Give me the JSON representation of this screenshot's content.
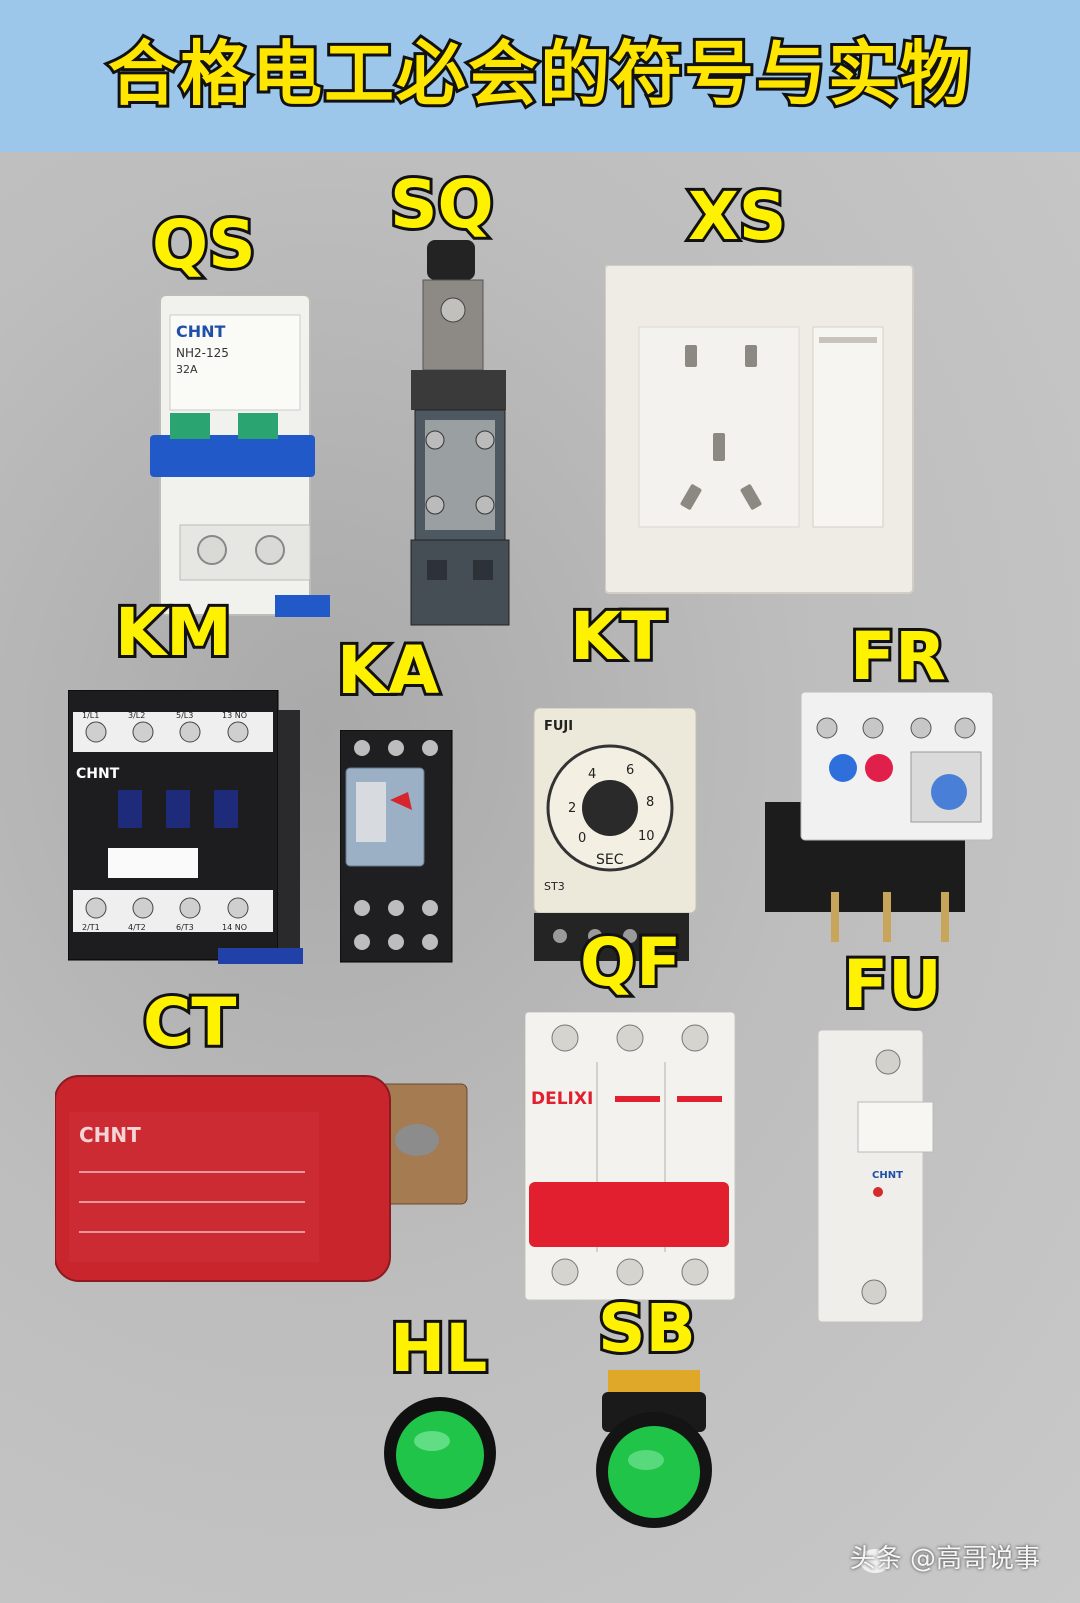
{
  "title": "合格电工必会的符号与实物",
  "labels": {
    "qs": "QS",
    "sq": "SQ",
    "xs": "XS",
    "km": "KM",
    "ka": "KA",
    "kt": "KT",
    "fr": "FR",
    "ct": "CT",
    "qf": "QF",
    "fu": "FU",
    "hl": "HL",
    "sb": "SB"
  },
  "brands": {
    "qs": "CHNT",
    "qs_model": "NH2-125",
    "qs_rating": "32A",
    "km": "CHNT",
    "kt": "FUJI",
    "kt_type": "ST3",
    "kt_unit": "SEC",
    "ct": "CHNT",
    "qf": "DELIXI",
    "fu": "CHNT"
  },
  "km_terminals_top": [
    "1/L1",
    "3/L2",
    "5/L3",
    "13 NO"
  ],
  "km_terminals_bottom": [
    "2/T1",
    "4/T2",
    "6/T3",
    "14 NO"
  ],
  "timer_dial": [
    "0",
    "2",
    "4",
    "6",
    "8",
    "10"
  ],
  "watermark": "头条 @高哥说事",
  "colors": {
    "banner": "#9cc7ea",
    "label_fill": "#fff200",
    "label_stroke": "#111111",
    "ct_red": "#c9252c",
    "breaker_red": "#e21f2f",
    "isolator_blue": "#2159c9",
    "lamp_green": "#1fc449"
  }
}
